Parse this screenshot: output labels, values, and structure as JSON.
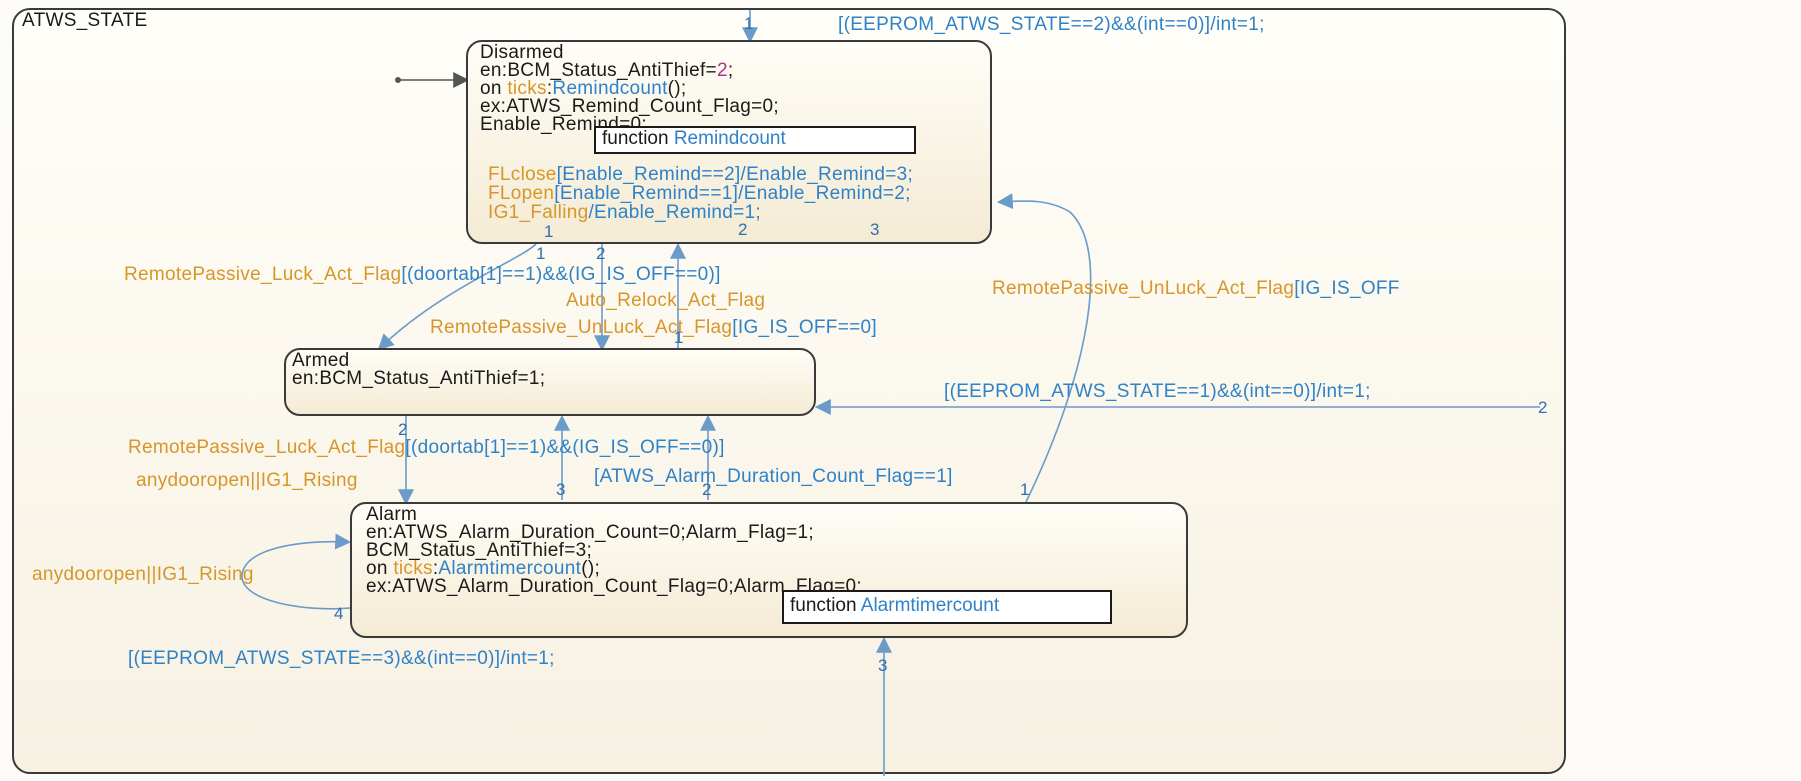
{
  "chart": {
    "title": "ATWS_STATE",
    "init_label": "1",
    "init_transition": "[(EEPROM_ATWS_STATE==2)&&(int==0)]/int=1;",
    "states": {
      "disarmed": {
        "name": "Disarmed",
        "en_prefix": "en:",
        "en_sig": "BCM_Status_AntiThief",
        "en_eq": "=",
        "en_val": "2",
        "en_end": ";",
        "on_prefix": "on ",
        "on_ticks": "ticks",
        "on_colon": ":",
        "on_fn": "Remindcount",
        "on_end": "();",
        "ex_line": "ex:ATWS_Remind_Count_Flag=0;",
        "enable_line": "Enable_Remind=0;",
        "function_kw": "function",
        "function_name": "Remindcount",
        "inner_transitions": [
          {
            "event": "FLclose",
            "rest": "[Enable_Remind==2]/Enable_Remind=3;"
          },
          {
            "event": "FLopen",
            "rest": "[Enable_Remind==1]/Enable_Remind=2;"
          },
          {
            "event": "IG1_Falling",
            "rest": "/Enable_Remind=1;"
          }
        ],
        "self_loop_labels": [
          "1",
          "2",
          "3"
        ]
      },
      "armed": {
        "name": "Armed",
        "en_line": "en:BCM_Status_AntiThief=1;"
      },
      "alarm": {
        "name": "Alarm",
        "line1": "en:ATWS_Alarm_Duration_Count=0;Alarm_Flag=1;",
        "line2": "BCM_Status_AntiThief=3;",
        "on_prefix": "on ",
        "on_ticks": "ticks",
        "on_colon": ":",
        "on_fn": "Alarmtimercount",
        "on_end": "();",
        "ex_line": "ex:ATWS_Alarm_Duration_Count_Flag=0;Alarm_Flag=0;",
        "function_kw": "function",
        "function_name": "Alarmtimercount"
      }
    },
    "transitions": {
      "t1_event": "RemotePassive_Luck_Act_Flag",
      "t1_cond": "[(doortab[1]==1)&&(IG_IS_OFF==0)]",
      "t1_num_src": "1",
      "t2_event": "Auto_Relock_Act_Flag",
      "t2_num_src": "2",
      "t3_event": "RemotePassive_UnLuck_Act_Flag",
      "t3_cond": "[IG_IS_OFF==0]",
      "t3_num_src": "1",
      "t4_event": "RemotePassive_UnLuck_Act_Flag",
      "t4_cond": "[IG_IS_OFF",
      "t4_num_src": "1",
      "t5_cond": "[(EEPROM_ATWS_STATE==1)&&(int==0)]/int=1;",
      "t5_num": "2",
      "t6_event": "RemotePassive_Luck_Act_Flag",
      "t6_cond": "[(doortab[1]==1)&&(IG_IS_OFF==0)]",
      "t6_num": "2",
      "t7_event": "anydooropen||IG1_Rising",
      "t8_cond": "[ATWS_Alarm_Duration_Count_Flag==1]",
      "t8_num": "2",
      "t9_num": "3",
      "t10_event": "anydooropen||IG1_Rising",
      "t10_num": "4",
      "t11_cond": "[(EEPROM_ATWS_STATE==3)&&(int==0)]/int=1;",
      "t11_num": "3"
    },
    "colors": {
      "event": "#d7962a",
      "condition": "#2f82c8",
      "action_value": "#b52d8a",
      "state_border": "#3a3a3a",
      "arrow": "#6a9bc9"
    }
  }
}
